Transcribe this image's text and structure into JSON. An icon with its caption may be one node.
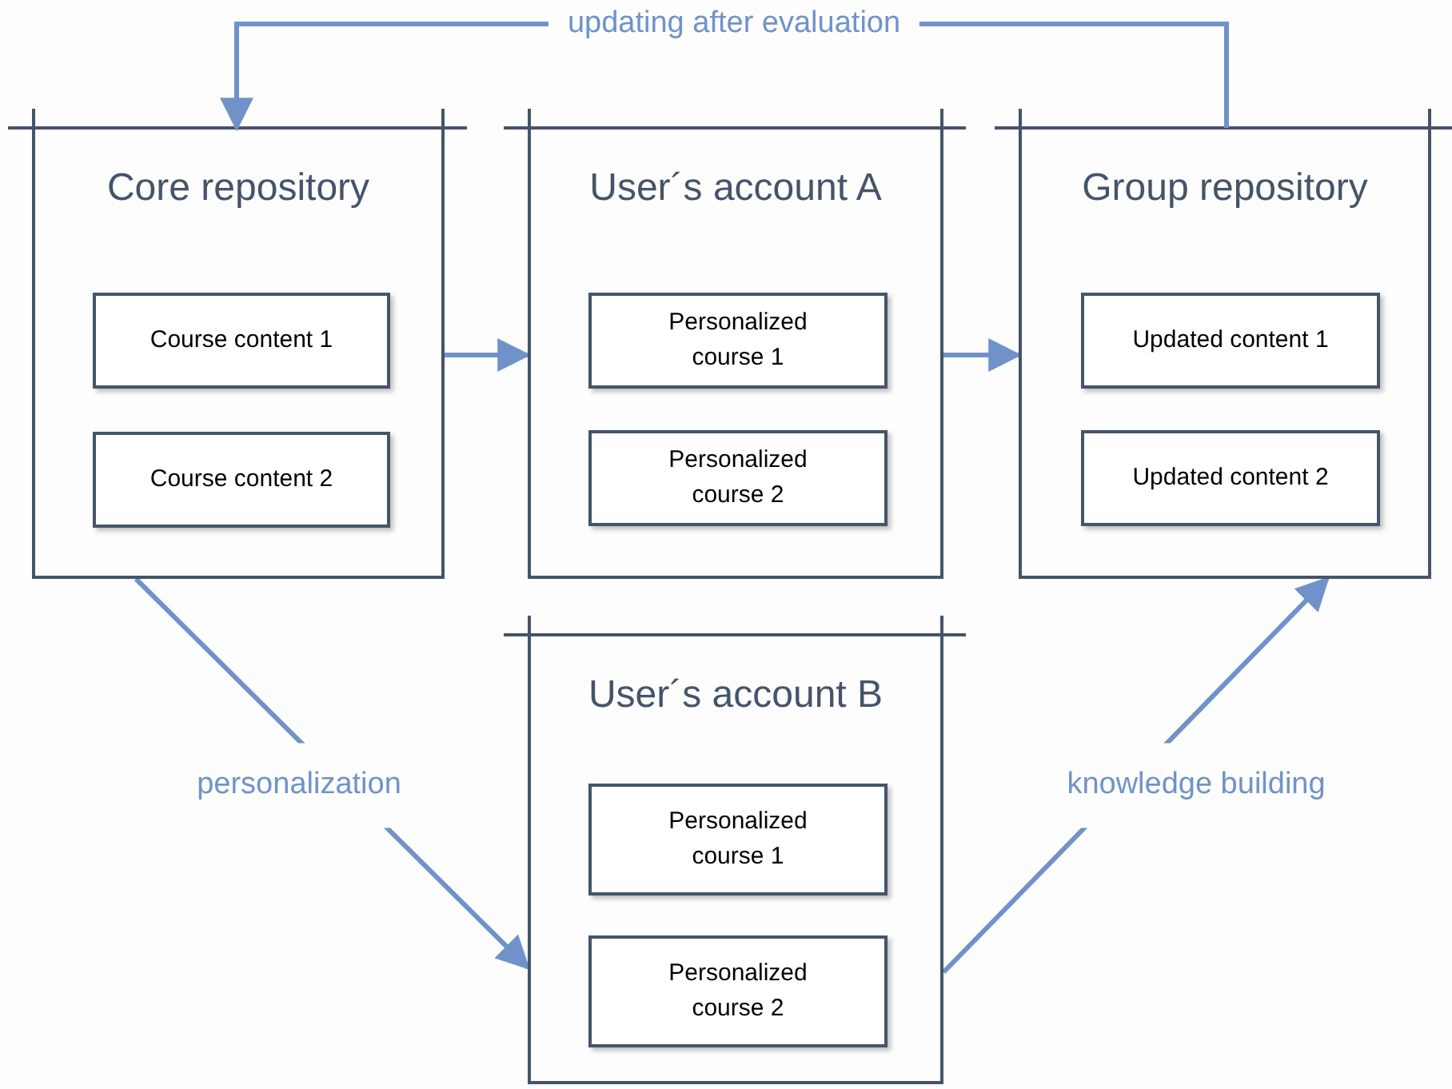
{
  "diagram": {
    "nodes": [
      {
        "text": [
          "Core repository"
        ]
      },
      {
        "text": [
          "Course content 1"
        ],
        "in": 0
      },
      {
        "text": [
          "Course content 2"
        ],
        "in": 0
      },
      {
        "text": [
          "User´s account A"
        ]
      },
      {
        "text": [
          "Personalized course 1"
        ],
        "in": 3
      },
      {
        "text": [
          "Personalized course 2"
        ],
        "in": 3
      },
      {
        "text": [
          "Group repository"
        ]
      },
      {
        "text": [
          "Updated content 1"
        ],
        "in": 6
      },
      {
        "text": [
          "Updated content 2"
        ],
        "in": 6
      },
      {
        "text": [
          "User´s account B"
        ]
      },
      {
        "text": [
          "Personalized course 1"
        ],
        "in": 9
      },
      {
        "text": [
          "Personalized course 2"
        ],
        "in": 9
      }
    ],
    "edges": [
      {
        "from": 0,
        "to": 3,
        "arrow": "to"
      },
      {
        "from": 3,
        "to": 6,
        "arrow": "to"
      },
      {
        "from": 6,
        "to": 0,
        "arrow": "to",
        "label": "updating after evaluation"
      },
      {
        "from": 0,
        "to": 9,
        "arrow": "to",
        "label": "personalization"
      },
      {
        "from": 9,
        "to": 6,
        "arrow": "to",
        "label": "knowledge building"
      }
    ]
  }
}
